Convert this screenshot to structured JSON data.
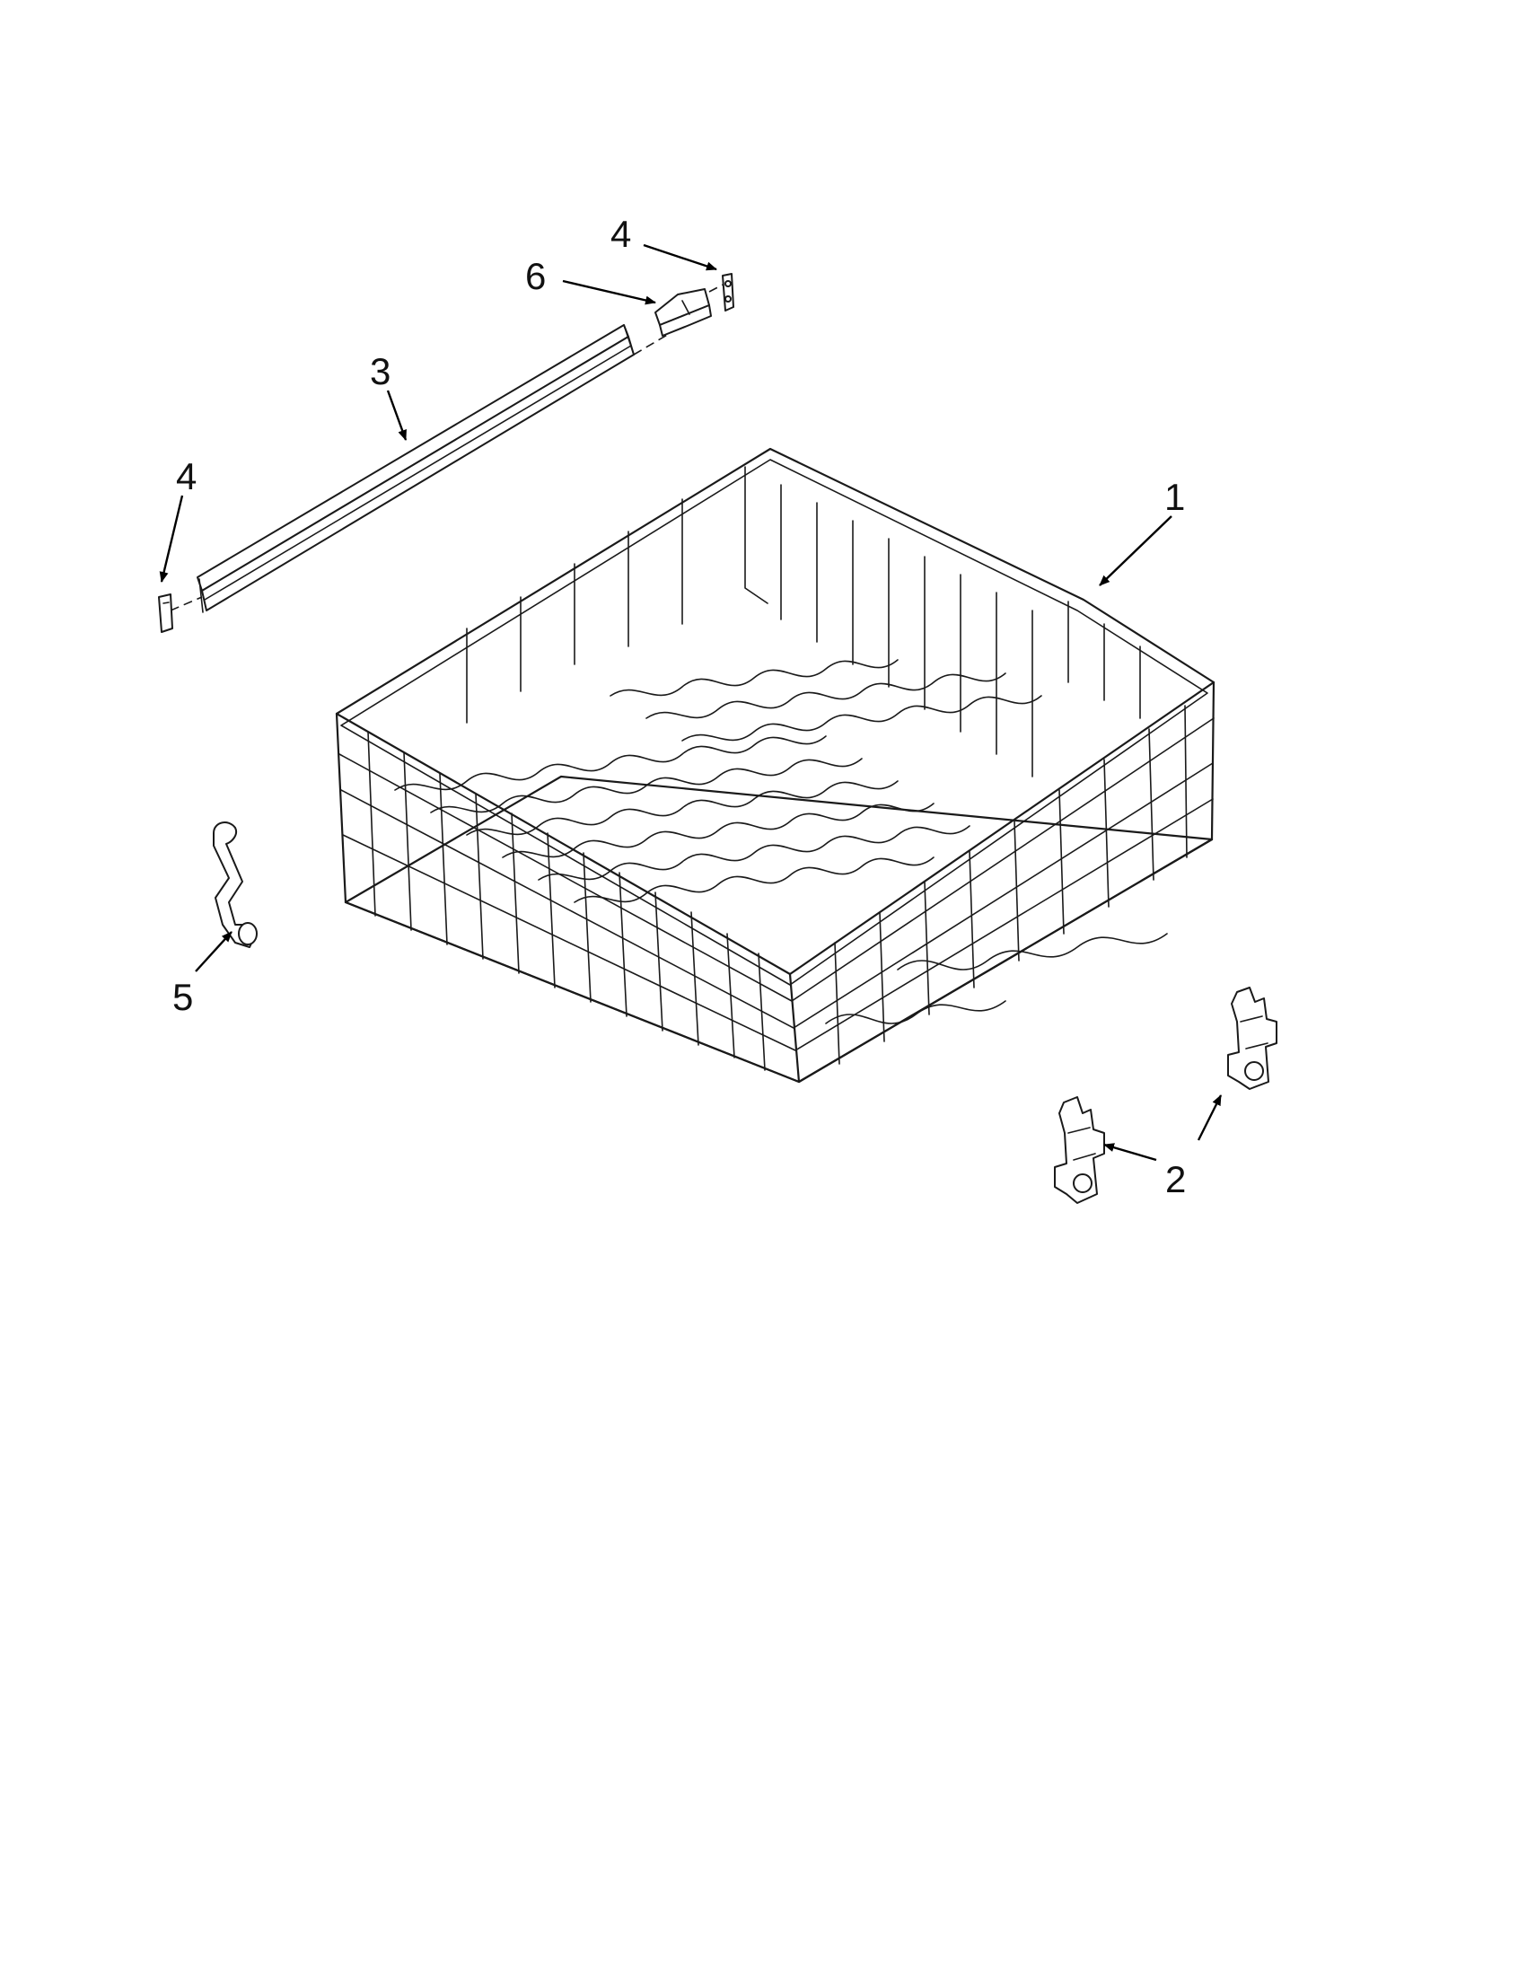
{
  "diagram": {
    "callouts": [
      {
        "id": "c1",
        "label": "1"
      },
      {
        "id": "c2",
        "label": "2"
      },
      {
        "id": "c3",
        "label": "3"
      },
      {
        "id": "c4a",
        "label": "4"
      },
      {
        "id": "c4b",
        "label": "4"
      },
      {
        "id": "c5",
        "label": "5"
      },
      {
        "id": "c6",
        "label": "6"
      }
    ]
  }
}
